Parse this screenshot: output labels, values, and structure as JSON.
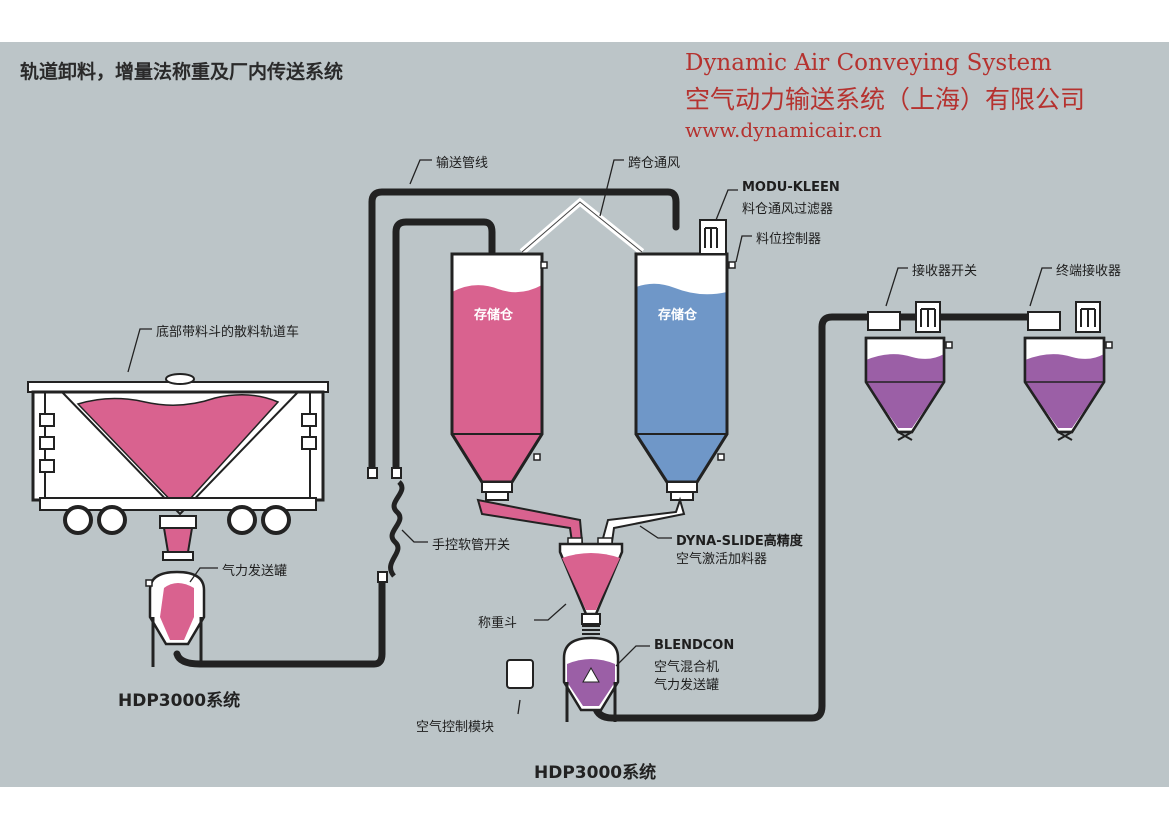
{
  "title": "轨道卸料，增量法称重及厂内传送系统",
  "brand": {
    "en": "Dynamic Air Conveying System",
    "cn": "空气动力输送系统（上海）有限公司",
    "url": "www.dynamicair.cn"
  },
  "labels": {
    "pipeline": "输送管线",
    "cross_vent": "跨仓通风",
    "filter_a": "MODU-KLEEN",
    "filter_b": "料仓通风过滤器",
    "level": "料位控制器",
    "silo_left": "存储仓",
    "silo_right": "存储仓",
    "railcar": "底部带料斗的散料轨道车",
    "transporter": "气力发送罐",
    "hose_switch": "手控软管开关",
    "dynaslide_a": "DYNA-SLIDE高精度",
    "dynaslide_b": "空气激活加料器",
    "weigh_hopper": "称重斗",
    "blendcon_a": "BLENDCON",
    "blendcon_b": "空气混合机",
    "blendcon_c": "气力发送罐",
    "air_module": "空气控制模块",
    "receiver_switch": "接收器开关",
    "terminal_receiver": "终端接收器",
    "sys_left": "HDP3000系统",
    "sys_bottom": "HDP3000系统"
  },
  "colors": {
    "background": "#bcc5c8",
    "pink": "#d9628f",
    "blue": "#6f97c8",
    "purple": "#9b5fa6",
    "pipe": "#222222",
    "brand": "#b5322f"
  }
}
